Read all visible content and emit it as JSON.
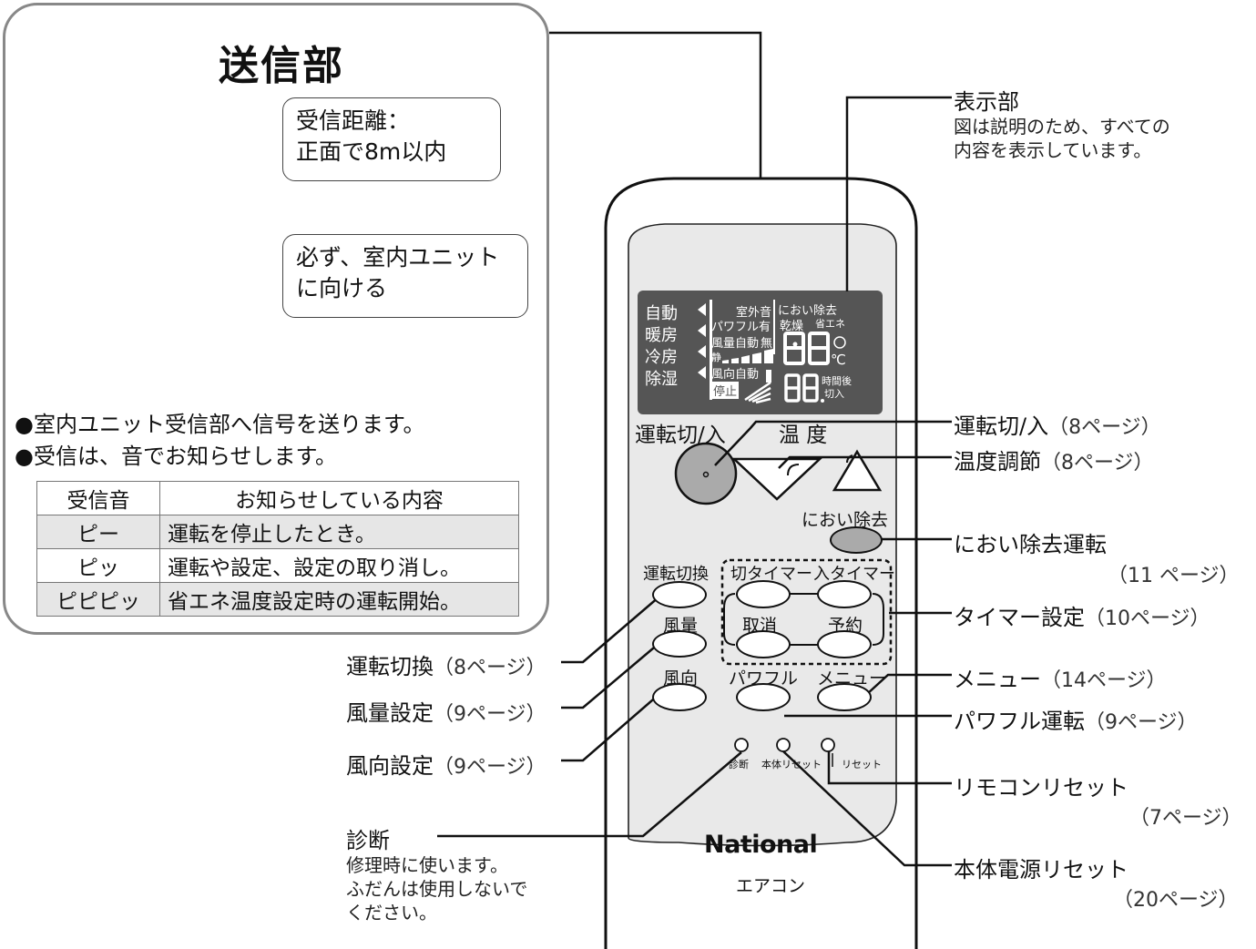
{
  "panel": {
    "title": "送信部",
    "bubble_distance": [
      "受信距離：",
      "正面で8m以内"
    ],
    "bubble_direction": [
      "必ず、室内ユニット",
      "に向ける"
    ],
    "bullets": [
      "●室内ユニット受信部へ信号を送ります。",
      "●受信は、音でお知らせします。"
    ],
    "table": {
      "headers": [
        "受信音",
        "お知らせしている内容"
      ],
      "rows": [
        [
          "ピー",
          "運転を停止したとき。"
        ],
        [
          "ピッ",
          "運転や設定、設定の取り消し。"
        ],
        [
          "ピピピッ",
          "省エネ温度設定時の運転開始。"
        ]
      ]
    }
  },
  "remote": {
    "brand": "National",
    "model": "エアコン",
    "display": {
      "modes": [
        "自動",
        "暖房",
        "冷房",
        "除湿"
      ],
      "texts": [
        "室外音",
        "におい除去",
        "パワフル有",
        "乾燥",
        "省エネ",
        "風量自動",
        "無",
        "静",
        "風向自動",
        "停止",
        "時間後",
        "切入",
        "℃"
      ]
    },
    "buttons": {
      "power": "運転切/入",
      "temp": "温 度",
      "odor": "におい除去",
      "mode": "運転切換",
      "off_timer": "切タイマー",
      "on_timer": "入タイマー",
      "fan": "風量",
      "cancel": "取消",
      "reserve": "予約",
      "direction": "風向",
      "powerful": "パワフル",
      "menu": "メニュー"
    },
    "small": {
      "diag": "診断",
      "unit_reset": "本体リセット",
      "reset": "リセット"
    }
  },
  "callouts": {
    "display": {
      "label": "表示部",
      "note": [
        "図は説明のため、すべての",
        "内容を表示しています。"
      ]
    },
    "power": {
      "label": "運転切/入",
      "ref": "（8ページ）"
    },
    "temp": {
      "label": "温度調節",
      "ref": "（8ページ）"
    },
    "odor": {
      "label": "におい除去運転",
      "ref": "（11 ページ）"
    },
    "timer": {
      "label": "タイマー設定",
      "ref": "（10ページ）"
    },
    "menu": {
      "label": "メニュー",
      "ref": "（14ページ）"
    },
    "powerful": {
      "label": "パワフル運転",
      "ref": "（9ページ）"
    },
    "remote_reset": {
      "label": "リモコンリセット",
      "ref": "（7ページ）"
    },
    "unit_reset": {
      "label": "本体電源リセット",
      "ref": "（20ページ）"
    },
    "mode": {
      "label": "運転切換",
      "ref": "（8ページ）"
    },
    "fan": {
      "label": "風量設定",
      "ref": "（9ページ）"
    },
    "direction": {
      "label": "風向設定",
      "ref": "（9ページ）"
    },
    "diag": {
      "label": "診断",
      "note": [
        "修理時に使います。",
        "ふだんは使用しないで",
        "ください。"
      ]
    }
  }
}
